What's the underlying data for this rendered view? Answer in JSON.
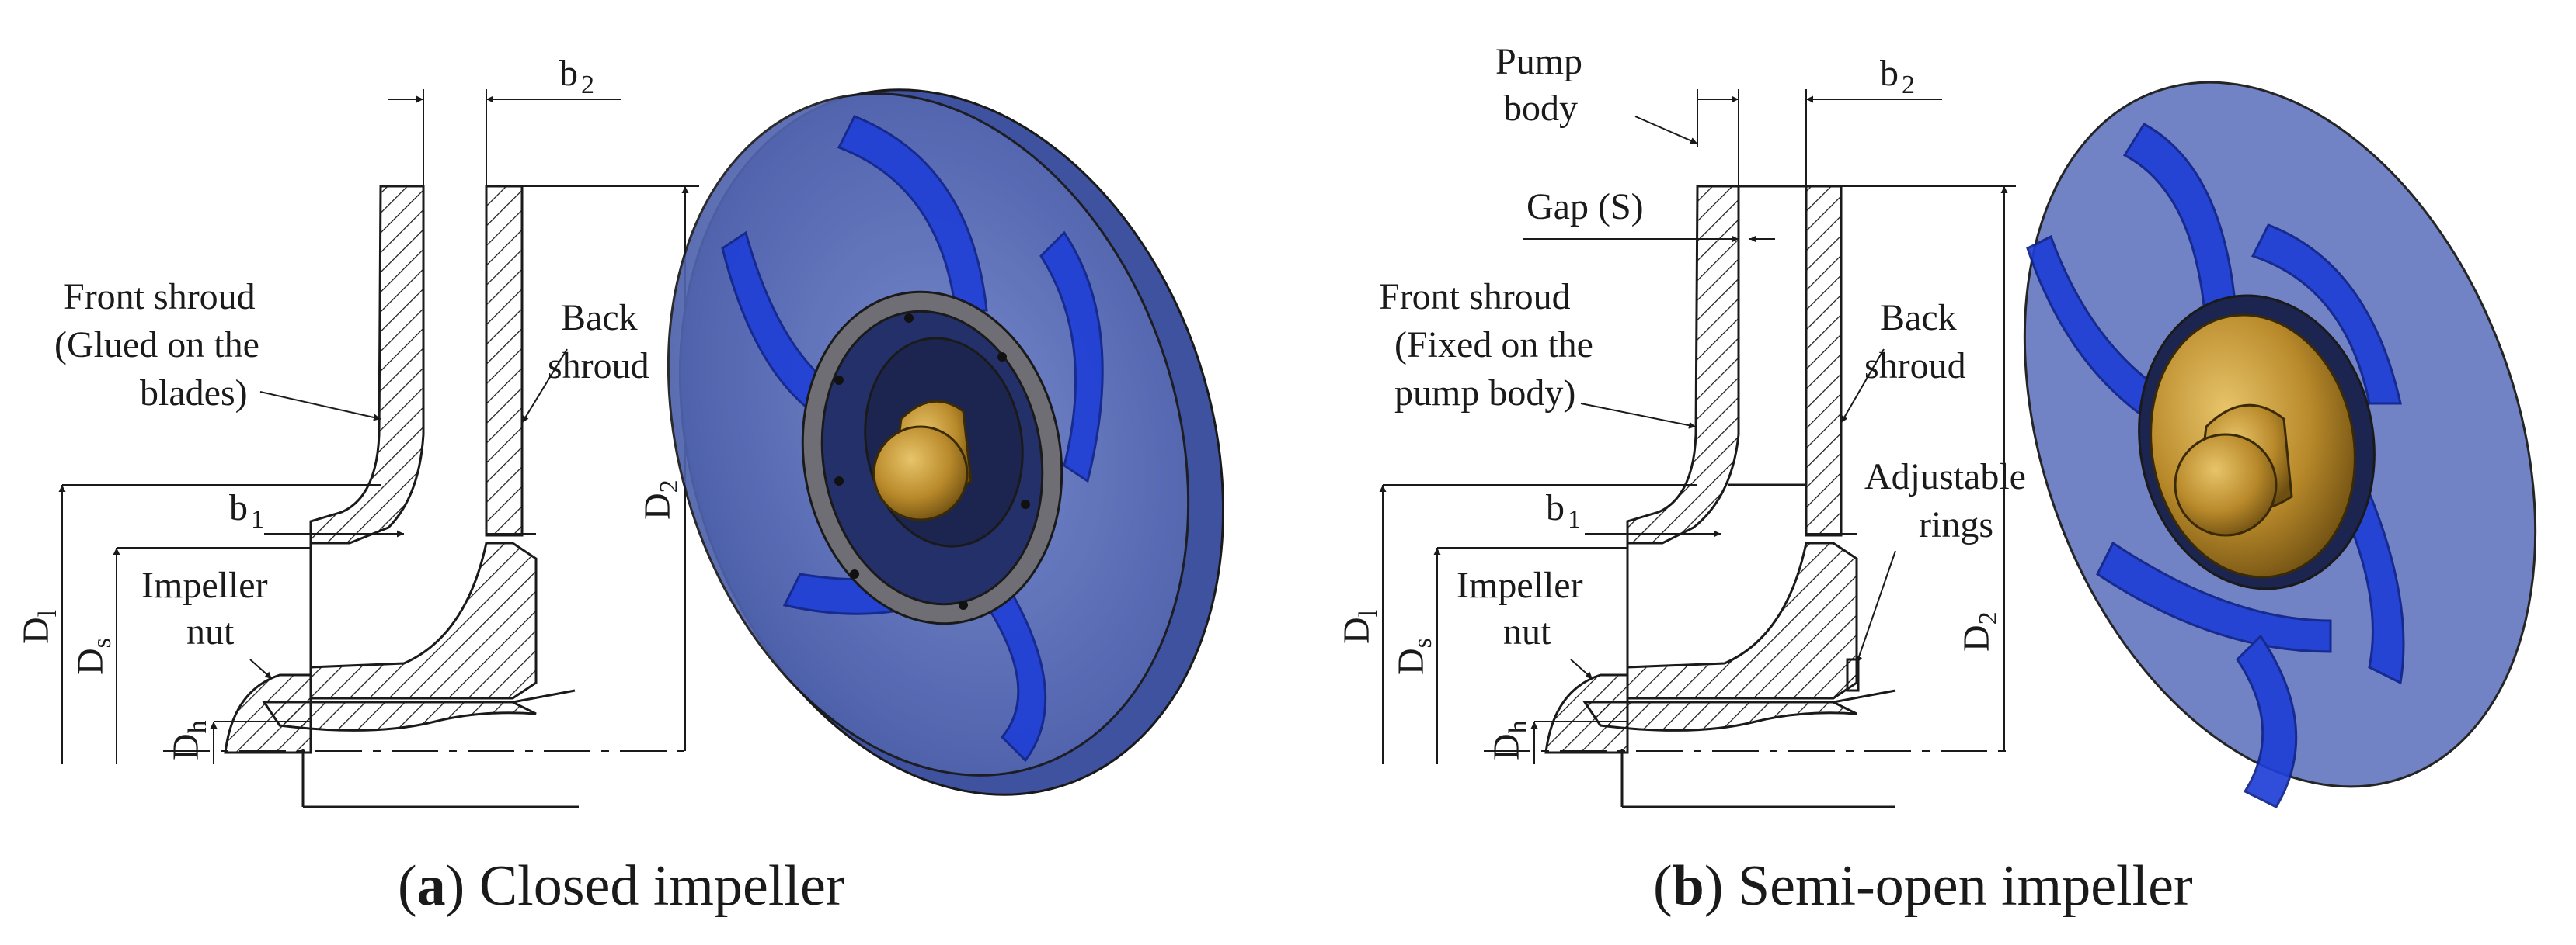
{
  "panel_a": {
    "labels": {
      "b2": "b",
      "b2_sub": "2",
      "front_shroud_1": "Front shroud",
      "front_shroud_2": "(Glued on the",
      "front_shroud_3": "blades)",
      "back_shroud_1": "Back",
      "back_shroud_2": "shroud",
      "b1": "b",
      "b1_sub": "1",
      "d1": "D",
      "d1_sub": "l",
      "ds": "D",
      "ds_sub": "s",
      "dh": "D",
      "dh_sub": "h",
      "d2": "D",
      "d2_sub": "2",
      "nut_1": "Impeller",
      "nut_2": "nut"
    },
    "caption": {
      "open": "(",
      "letter": "a",
      "close": ")",
      "text": " Closed impeller"
    }
  },
  "panel_b": {
    "labels": {
      "pump_body_1": "Pump",
      "pump_body_2": "body",
      "b2": "b",
      "b2_sub": "2",
      "gap": "Gap (S)",
      "front_shroud_1": "Front shroud",
      "front_shroud_2": "(Fixed on the",
      "front_shroud_3": "pump body)",
      "back_shroud_1": "Back",
      "back_shroud_2": "shroud",
      "adjustable_1": "Adjustable",
      "adjustable_2": "rings",
      "b1": "b",
      "b1_sub": "1",
      "d1": "D",
      "d1_sub": "l",
      "ds": "D",
      "ds_sub": "s",
      "dh": "D",
      "dh_sub": "h",
      "d2": "D",
      "d2_sub": "2",
      "nut_1": "Impeller",
      "nut_2": "nut"
    },
    "caption": {
      "open": "(",
      "letter": "b",
      "close": ")",
      "text": " Semi-open impeller"
    }
  },
  "colors": {
    "shroud_blue": "#5b6fb3",
    "blade_blue": "#1f3fd6",
    "hub_bronze": "#b8892a",
    "line": "#1a1a1a"
  }
}
